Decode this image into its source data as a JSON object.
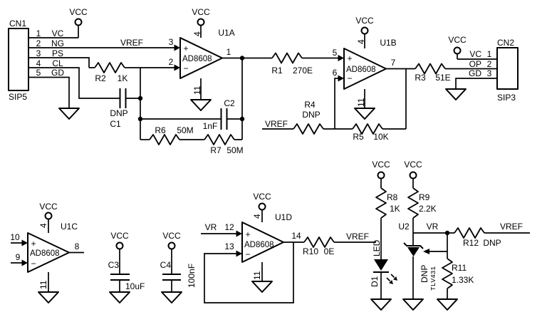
{
  "nets": {
    "vcc": "VCC",
    "vref": "VREF",
    "vr": "VR"
  },
  "symbols": {
    "plus": "+",
    "minus": "−"
  },
  "connectors": {
    "cn1": {
      "ref": "CN1",
      "package": "SIP5",
      "pins": [
        {
          "num": "1",
          "name": "VC"
        },
        {
          "num": "2",
          "name": "NG"
        },
        {
          "num": "3",
          "name": "PS"
        },
        {
          "num": "4",
          "name": "CL"
        },
        {
          "num": "5",
          "name": "GD"
        }
      ]
    },
    "cn2": {
      "ref": "CN2",
      "package": "SIP3",
      "pins": [
        {
          "num": "1",
          "name": "VC"
        },
        {
          "num": "2",
          "name": "OP"
        },
        {
          "num": "3",
          "name": "GD"
        }
      ]
    }
  },
  "opamps": {
    "u1a": {
      "ref": "U1A",
      "part": "AD8608",
      "in_p": "3",
      "in_n": "2",
      "out": "1",
      "vcc": "4",
      "gnd": "11"
    },
    "u1b": {
      "ref": "U1B",
      "part": "AD8608",
      "in_p": "5",
      "in_n": "6",
      "out": "7",
      "vcc": "4",
      "gnd": "11"
    },
    "u1c": {
      "ref": "U1C",
      "part": "AD8608",
      "in_p": "10",
      "in_n": "9",
      "out": "8",
      "vcc": "4",
      "gnd": "11"
    },
    "u1d": {
      "ref": "U1D",
      "part": "AD8608",
      "in_p": "12",
      "in_n": "13",
      "out": "14",
      "vcc": "4",
      "gnd": "11"
    }
  },
  "resistors": {
    "r1": {
      "ref": "R1",
      "value": "270E"
    },
    "r2": {
      "ref": "R2",
      "value": "1K"
    },
    "r3": {
      "ref": "R3",
      "value": "51E"
    },
    "r4": {
      "ref": "R4",
      "value": "DNP"
    },
    "r5": {
      "ref": "R5",
      "value": "10K"
    },
    "r6": {
      "ref": "R6",
      "value": "50M"
    },
    "r7": {
      "ref": "R7",
      "value": "50M"
    },
    "r8": {
      "ref": "R8",
      "value": "1K"
    },
    "r9": {
      "ref": "R9",
      "value": "2.2K"
    },
    "r10": {
      "ref": "R10",
      "value": "0E"
    },
    "r11": {
      "ref": "R11",
      "value": "1.33K"
    },
    "r12": {
      "ref": "R12",
      "value": "DNP"
    }
  },
  "capacitors": {
    "c1": {
      "ref": "C1",
      "value": "DNP"
    },
    "c2": {
      "ref": "C2",
      "value": "1nF"
    },
    "c3": {
      "ref": "C3",
      "value": "10uF"
    },
    "c4": {
      "ref": "C4",
      "value": "100nF"
    }
  },
  "led": {
    "ref": "D1",
    "type": "LED"
  },
  "shunt_reg": {
    "ref": "U2",
    "part": "TLV431",
    "note": "DNP"
  }
}
